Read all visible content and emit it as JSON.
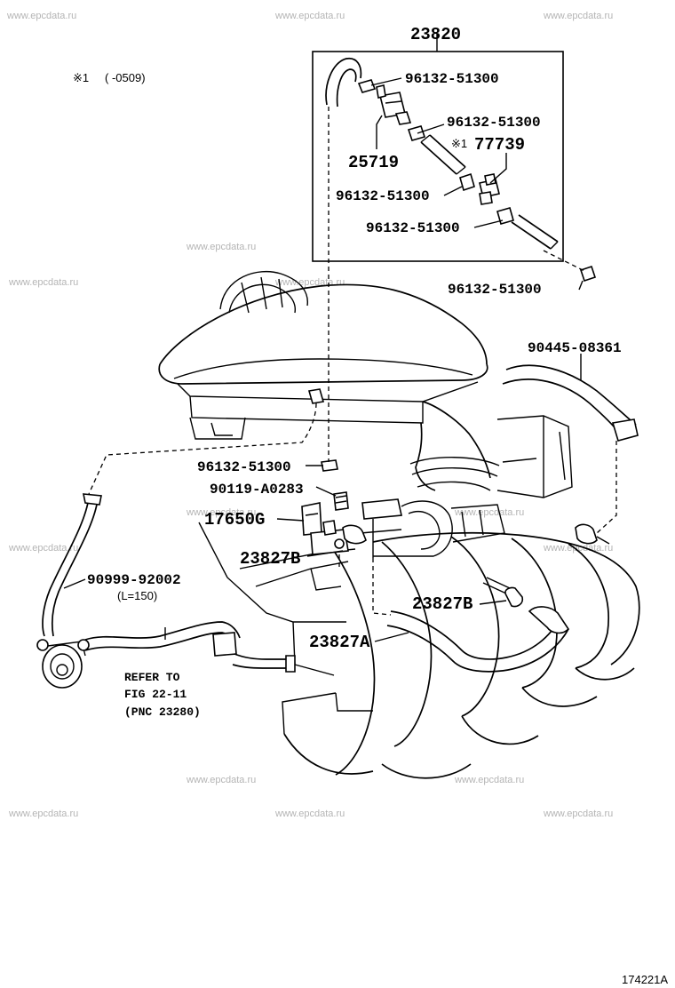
{
  "watermarks": {
    "text": "www.epcdata.ru"
  },
  "header_note": {
    "symbol": "※1",
    "range": "(      -0509)"
  },
  "parts": {
    "assembly_23820": "23820",
    "p_96132_a": "96132-51300",
    "p_96132_b": "96132-51300",
    "p_25719": "25719",
    "note_77739_symbol": "※1",
    "p_77739": "77739",
    "p_96132_c": "96132-51300",
    "p_96132_d": "96132-51300",
    "p_96132_e": "96132-51300",
    "p_90445": "90445-08361",
    "p_96132_f": "96132-51300",
    "p_90119": "90119-A0283",
    "p_17650G": "17650G",
    "p_23827B_a": "23827B",
    "p_90999": "90999-92002",
    "p_90999_len": "(L=150)",
    "p_23827B_b": "23827B",
    "p_23827A": "23827A"
  },
  "reference": {
    "line1": "REFER TO",
    "line2": "FIG 22-11",
    "line3": "(PNC 23280)"
  },
  "figure_number": "174221A"
}
